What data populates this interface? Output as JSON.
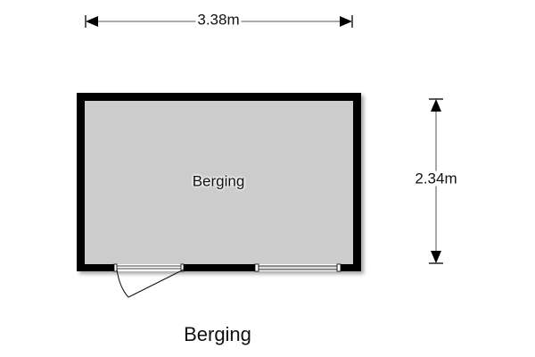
{
  "room": {
    "name": "Berging"
  },
  "dimensions": {
    "width": "3.38m",
    "height": "2.34m"
  },
  "plan_title": "Berging",
  "colors": {
    "wall": "#000000",
    "floor": "#cccccc",
    "dimension_line": "#555555"
  }
}
